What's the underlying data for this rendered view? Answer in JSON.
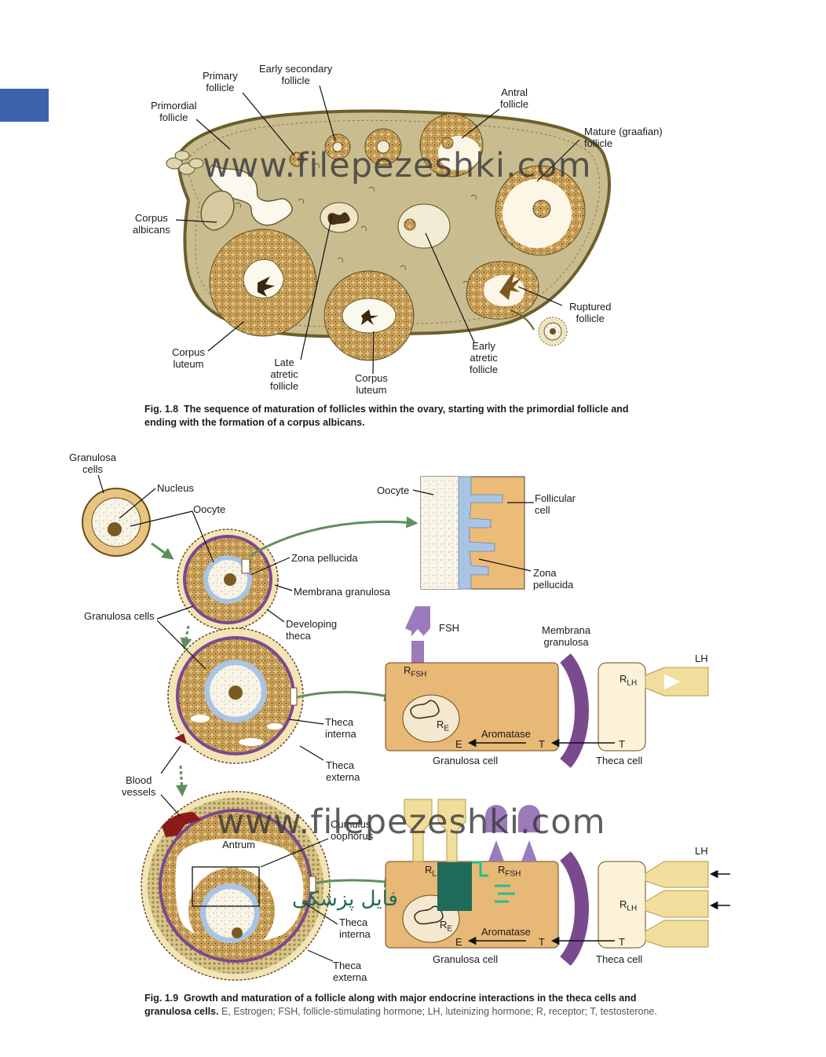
{
  "fig1": {
    "labels": {
      "primary": "Primary\nfollicle",
      "early_secondary": "Early secondary\nfollicle",
      "primordial": "Primordial\nfollicle",
      "antral": "Antral\nfollicle",
      "mature": "Mature (graafian)\nfollicle",
      "corpus_albicans": "Corpus\nalbicans",
      "ruptured": "Ruptured\nfollicle",
      "corpus_luteum_left": "Corpus\nluteum",
      "late_atretic": "Late\natretic\nfollicle",
      "corpus_luteum_bottom": "Corpus\nluteum",
      "early_atretic": "Early\natretic\nfollicle"
    },
    "caption_lead": "Fig. 1.8",
    "caption_text": "The sequence of maturation of follicles within the ovary, starting with the primordial follicle and ending with the formation of a corpus albicans."
  },
  "fig2": {
    "labels": {
      "granulosa_cells_top": "Granulosa\ncells",
      "nucleus": "Nucleus",
      "oocyte": "Oocyte",
      "zona_pellucida": "Zona pellucida",
      "membrana_granulosa": "Membrana granulosa",
      "granulosa_cells": "Granulosa cells",
      "developing_theca": "Developing\ntheca",
      "oocyte_detail": "Oocyte",
      "follicular_cell": "Follicular\ncell",
      "zona_pellucida_detail": "Zona\npellucida",
      "fsh": "FSH",
      "membrana_granulosa_right": "Membrana\ngranulosa",
      "lh_top": "LH",
      "theca_interna_1": "Theca\ninterna",
      "theca_externa_1": "Theca\nexterna",
      "blood_vessels": "Blood\nvessels",
      "aromatase_1": "Aromatase",
      "e_1": "E",
      "t_1a": "T",
      "t_1b": "T",
      "granulosa_cell_1": "Granulosa cell",
      "theca_cell_1": "Theca cell",
      "r_fsh_1": "R",
      "r_fsh_1_sub": "FSH",
      "r_lh_1": "R",
      "r_lh_1_sub": "LH",
      "r_e_1": "R",
      "r_e_1_sub": "E",
      "cumulus": "Cumulus\noophorus",
      "antrum": "Antrum",
      "lh_bottom": "LH",
      "theca_interna_2": "Theca\ninterna",
      "theca_externa_2": "Theca\nexterna",
      "aromatase_2": "Aromatase",
      "e_2": "E",
      "t_2a": "T",
      "t_2b": "T",
      "granulosa_cell_2": "Granulosa cell",
      "theca_cell_2": "Theca cell",
      "r_l_2": "R",
      "r_l_2_sub": "L",
      "r_fsh_2": "R",
      "r_fsh_2_sub": "FSH",
      "r_lh_2": "R",
      "r_lh_2_sub": "LH",
      "r_e_2": "R",
      "r_e_2_sub": "E"
    },
    "caption_lead": "Fig. 1.9",
    "caption_bold": "Growth and maturation of a follicle along with major endocrine interactions in the theca cells and granulosa cells.",
    "caption_abbrev": "E, Estrogen; FSH, follicle-stimulating hormone; LH, luteinizing hormone; R, receptor; T, testosterone."
  },
  "watermark": {
    "text": "www.filepezeshki.com",
    "logo_text": "فایل پزشکی"
  },
  "colors": {
    "ovary_fill": "#c9bd8f",
    "ovary_edge": "#6b5f2c",
    "granulosa": "#e0b86b",
    "cell_fill": "#e8b877",
    "theca_purple": "#7a4a8f",
    "zona_blue": "#a9c4e4",
    "arrow_green": "#5f8f5f",
    "fsh_purple": "#9b7bbb",
    "lh_yellow": "#f1dd9c",
    "tab_blue": "#3d63ad"
  }
}
